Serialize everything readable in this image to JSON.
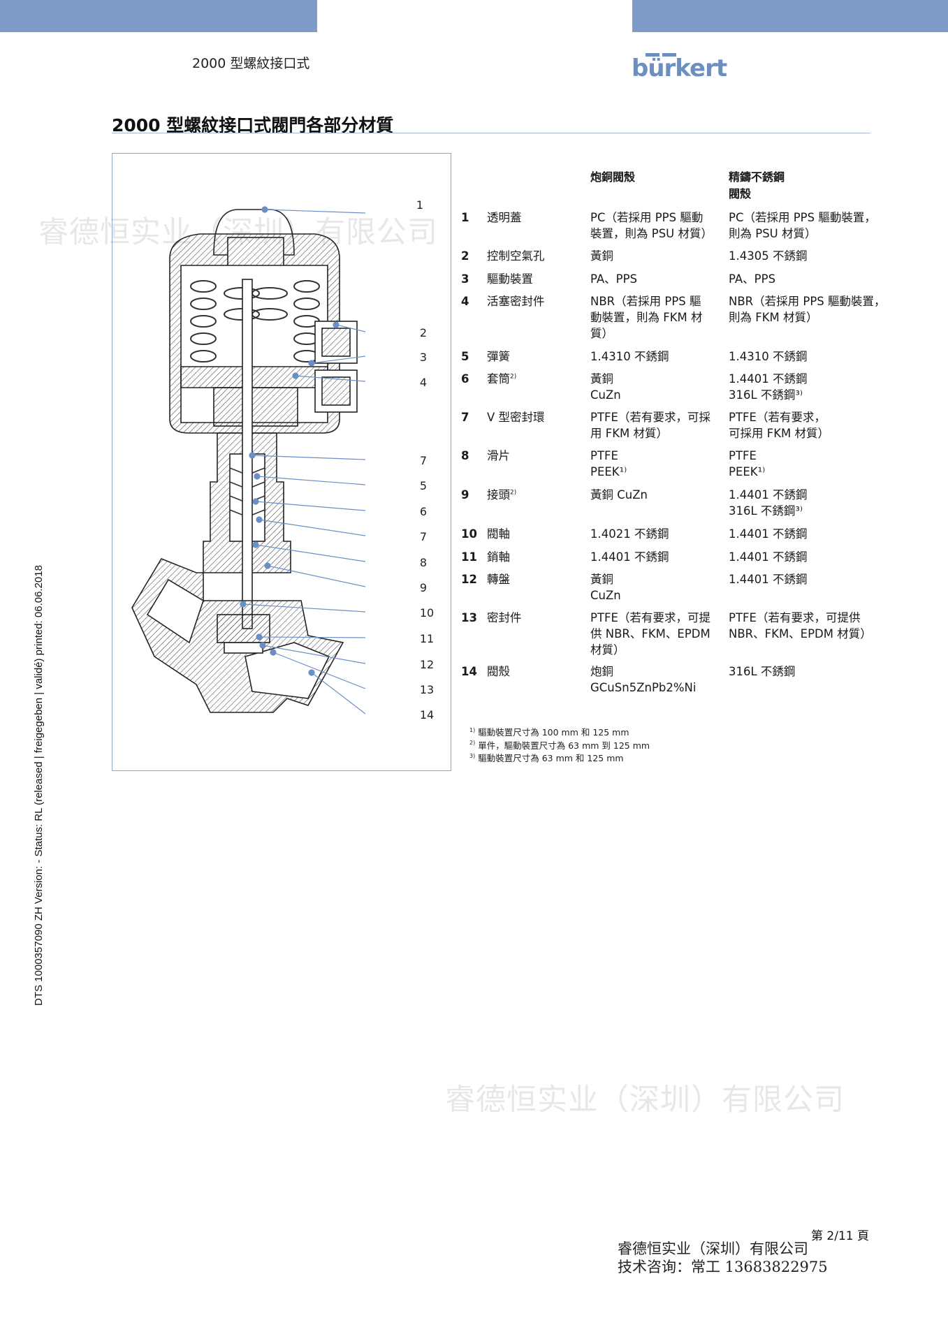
{
  "header": {
    "title": "2000 型螺紋接口式",
    "logo_text": "bürkert",
    "brand_color": "#7d9cc9"
  },
  "page_title": "2000 型螺紋接口式閥門各部分材質",
  "figure": {
    "callouts": [
      "1",
      "2",
      "3",
      "4",
      "7",
      "5",
      "6",
      "7",
      "8",
      "9",
      "10",
      "11",
      "12",
      "13",
      "14"
    ]
  },
  "table": {
    "col_bronze_header": "炮銅閥殼",
    "col_steel_header": [
      "精鑄不銹鋼",
      "閥殼"
    ],
    "rows": [
      {
        "num": "1",
        "part": "透明蓋",
        "part_sup": "",
        "bronze": [
          "PC（若採用 PPS 驅動",
          "裝置，則為 PSU 材質）"
        ],
        "steel": [
          "PC（若採用 PPS 驅動裝置，",
          "則為 PSU 材質）"
        ]
      },
      {
        "num": "2",
        "part": "控制空氣孔",
        "part_sup": "",
        "bronze": [
          "黃銅"
        ],
        "steel": [
          "1.4305 不銹鋼"
        ]
      },
      {
        "num": "3",
        "part": "驅動裝置",
        "part_sup": "",
        "bronze": [
          "PA、PPS"
        ],
        "steel": [
          "PA、PPS"
        ]
      },
      {
        "num": "4",
        "part": "活塞密封件",
        "part_sup": "",
        "bronze": [
          "NBR（若採用 PPS 驅",
          "動裝置，則為 FKM 材",
          "質）"
        ],
        "steel": [
          "NBR（若採用 PPS 驅動裝置，",
          "則為 FKM 材質）"
        ]
      },
      {
        "num": "5",
        "part": "彈簧",
        "part_sup": "",
        "bronze": [
          "1.4310 不銹鋼"
        ],
        "steel": [
          "1.4310 不銹鋼"
        ]
      },
      {
        "num": "6",
        "part": "套筒",
        "part_sup": "2)",
        "bronze": [
          "黃銅",
          "CuZn"
        ],
        "steel": [
          "1.4401 不銹鋼",
          "316L 不銹鋼³⁾"
        ]
      },
      {
        "num": "7",
        "part": "V 型密封環",
        "part_sup": "",
        "bronze": [
          "PTFE（若有要求，可採",
          "用 FKM 材質）"
        ],
        "steel": [
          "PTFE（若有要求，",
          "可採用 FKM 材質）"
        ]
      },
      {
        "num": "8",
        "part": "滑片",
        "part_sup": "",
        "bronze": [
          "PTFE",
          "PEEK¹⁾"
        ],
        "steel": [
          "PTFE",
          "PEEK¹⁾"
        ]
      },
      {
        "num": "9",
        "part": "接頭",
        "part_sup": "2)",
        "bronze": [
          "黃銅 CuZn"
        ],
        "steel": [
          "1.4401 不銹鋼",
          "316L 不銹鋼³⁾"
        ]
      },
      {
        "num": "10",
        "part": "閥軸",
        "part_sup": "",
        "bronze": [
          "1.4021 不銹鋼"
        ],
        "steel": [
          "1.4401 不銹鋼"
        ]
      },
      {
        "num": "11",
        "part": "銷軸",
        "part_sup": "",
        "bronze": [
          "1.4401 不銹鋼"
        ],
        "steel": [
          "1.4401 不銹鋼"
        ]
      },
      {
        "num": "12",
        "part": "轉盤",
        "part_sup": "",
        "bronze": [
          "黃銅",
          "CuZn"
        ],
        "steel": [
          "1.4401 不銹鋼"
        ]
      },
      {
        "num": "13",
        "part": "密封件",
        "part_sup": "",
        "bronze": [
          "PTFE（若有要求，可提",
          "供 NBR、FKM、EPDM",
          "材質）"
        ],
        "steel": [
          "PTFE（若有要求，可提供",
          "NBR、FKM、EPDM 材質）"
        ]
      },
      {
        "num": "14",
        "part": "閥殼",
        "part_sup": "",
        "bronze": [
          "炮銅",
          "GCuSn5ZnPb2%Ni"
        ],
        "steel": [
          "316L 不銹鋼"
        ]
      }
    ]
  },
  "footnotes": [
    {
      "mark": "1)",
      "text": "驅動裝置尺寸為 100 mm 和 125 mm"
    },
    {
      "mark": "2)",
      "text": "單件，驅動裝置尺寸為 63 mm 到 125 mm"
    },
    {
      "mark": "3)",
      "text": "驅動裝置尺寸為 63 mm 和 125 mm"
    }
  ],
  "side_text": "DTS  1000357090  ZH  Version: - Status: RL (released | freigegeben | validé)  printed: 06.06.2018",
  "watermark": "睿德恒实业（深圳）有限公司",
  "page_number": "第 2/11 頁",
  "stamp": {
    "company": "睿德恒实业（深圳）有限公司",
    "contact": "技术咨询：常工 13683822975"
  }
}
